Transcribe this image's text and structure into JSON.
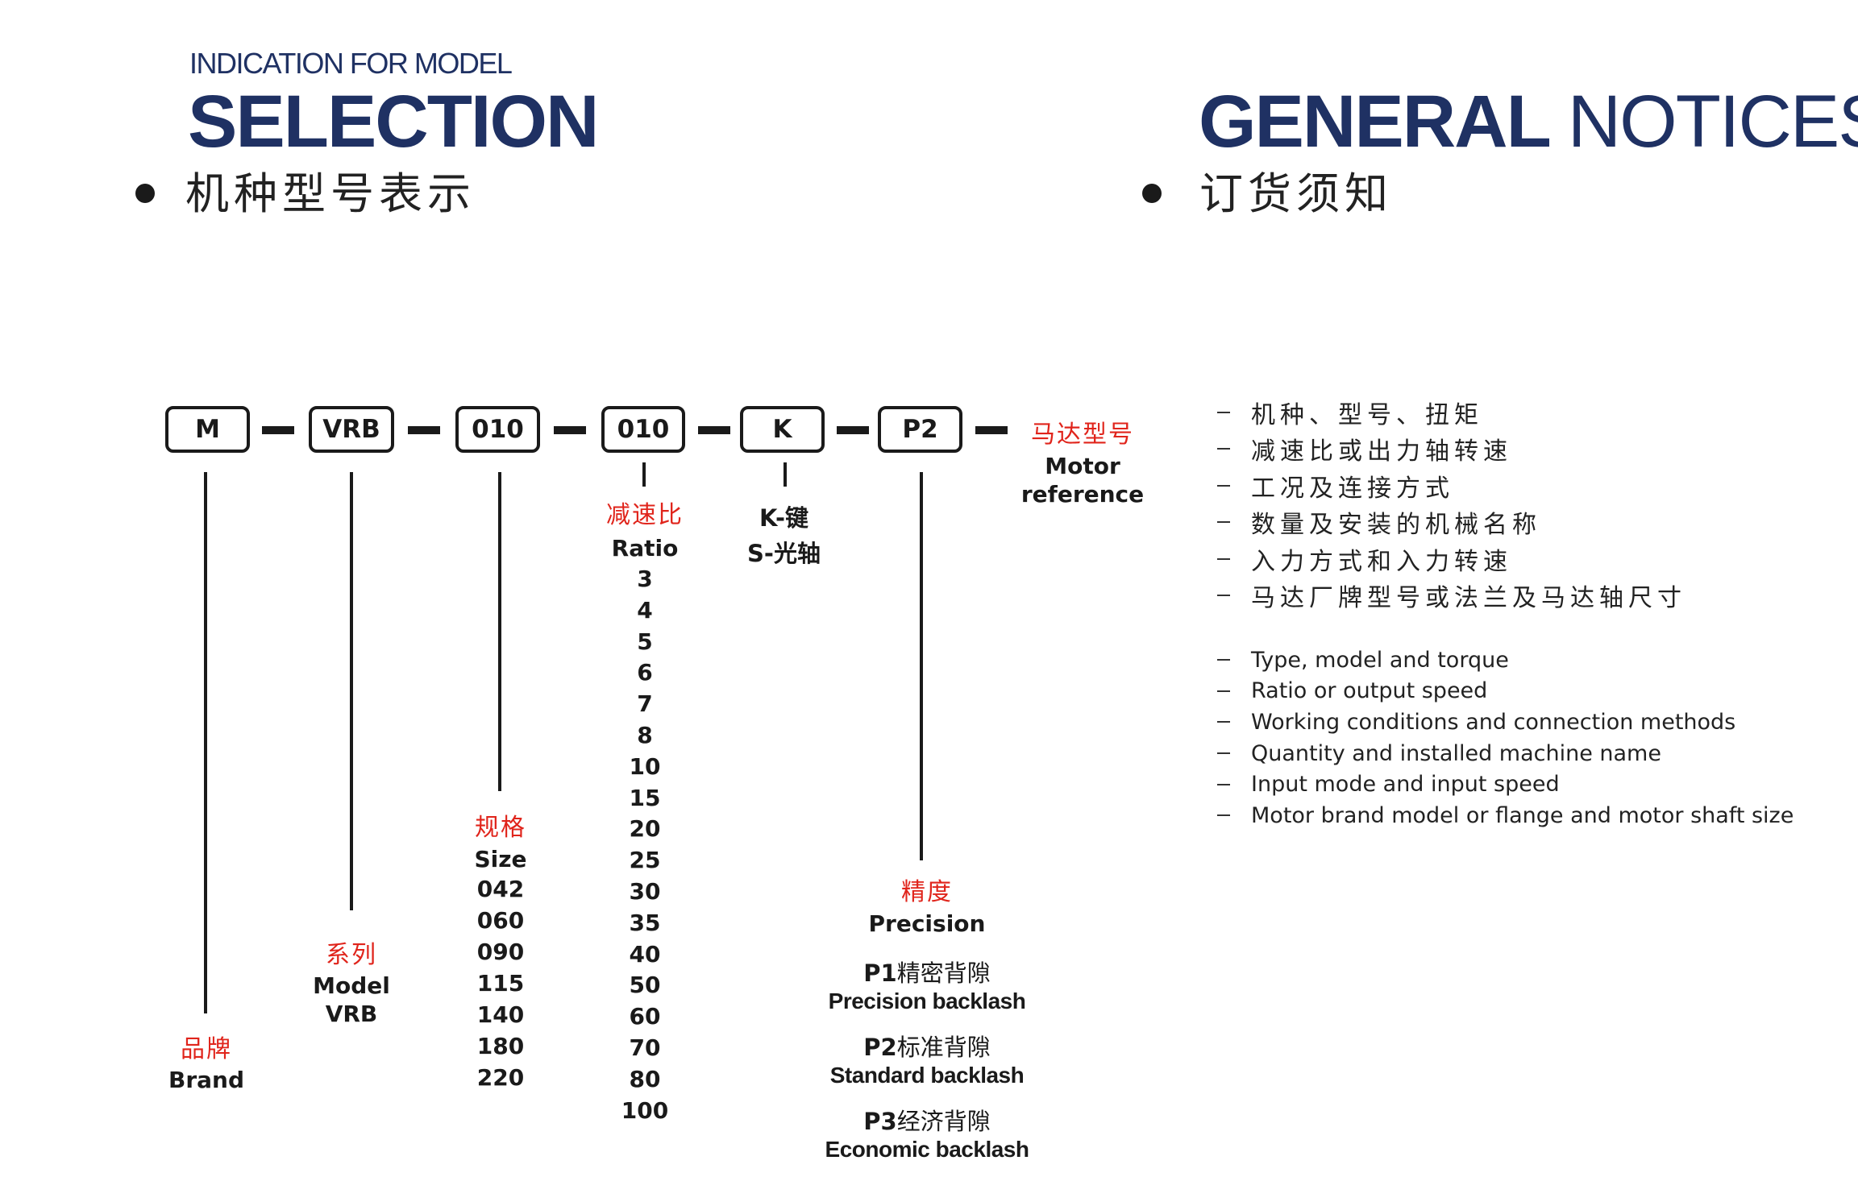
{
  "selection": {
    "small_heading": "INDICATION FOR MODEL",
    "heading": "SELECTION",
    "subtitle": "机种型号表示"
  },
  "notices": {
    "heading_bold": "GENERAL",
    "heading_light": "NOTICES",
    "subtitle": "订货须知",
    "cn_items": [
      "机种、型号、扭矩",
      "减速比或出力轴转速",
      "工况及连接方式",
      "数量及安装的机械名称",
      "入力方式和入力转速",
      "马达厂牌型号或法兰及马达轴尺寸"
    ],
    "en_items": [
      "Type, model and torque",
      "Ratio or output speed",
      "Working conditions and connection methods",
      "Quantity and installed machine name",
      "Input mode and input speed",
      "Motor brand model or flange and motor shaft size"
    ]
  },
  "code": {
    "boxes": [
      "M",
      "VRB",
      "010",
      "010",
      "K",
      "P2"
    ],
    "motor_cn": "马达型号",
    "motor_en_1": "Motor",
    "motor_en_2": "reference"
  },
  "brand": {
    "cn": "品牌",
    "en": "Brand"
  },
  "series": {
    "cn": "系列",
    "en": "Model",
    "value": "VRB"
  },
  "size": {
    "cn": "规格",
    "en": "Size",
    "values": [
      "042",
      "060",
      "090",
      "115",
      "140",
      "180",
      "220"
    ]
  },
  "ratio": {
    "cn": "减速比",
    "en": "Ratio",
    "values": [
      "3",
      "4",
      "5",
      "6",
      "7",
      "8",
      "10",
      "15",
      "20",
      "25",
      "30",
      "35",
      "40",
      "50",
      "60",
      "70",
      "80",
      "100"
    ]
  },
  "shaft": {
    "k": "K-键",
    "s": "S-光轴"
  },
  "precision": {
    "cn": "精度",
    "en": "Precision",
    "items": [
      {
        "code": "P1",
        "cn": "精密背隙",
        "en": "Precision backlash"
      },
      {
        "code": "P2",
        "cn": "标准背隙",
        "en": "Standard backlash"
      },
      {
        "code": "P3",
        "cn": "经济背隙",
        "en": "Economic backlash"
      }
    ]
  }
}
